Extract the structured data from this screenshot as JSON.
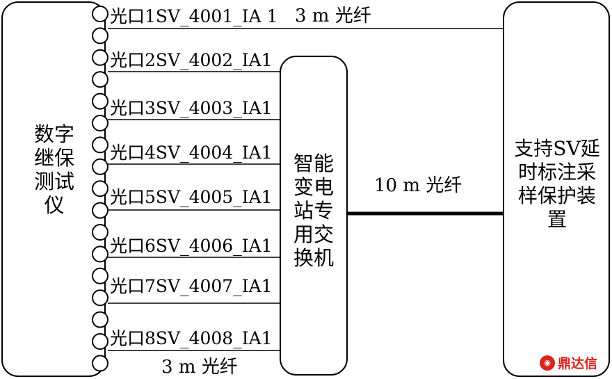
{
  "diagram": {
    "tester_label": "数字\n继保\n测试\n仪",
    "switch_label": "智能\n变电\n站专\n用交\n换机",
    "device_label": "支持SV延\n时标注采\n样保护装\n置",
    "ports": [
      {
        "label": "光口1SV_4001_IA 1"
      },
      {
        "label": "光口2SV_4002_IA1"
      },
      {
        "label": "光口3SV_4003_IA1"
      },
      {
        "label": "光口4SV_4004_IA1"
      },
      {
        "label": "光口5SV_4005_IA1"
      },
      {
        "label": "光口6SV_4006_IA1"
      },
      {
        "label": "光口7SV_4007_IA1"
      },
      {
        "label": "光口8SV_4008_IA1"
      }
    ],
    "fiber_top_label": "3 m 光纤",
    "fiber_mid_label": "10 m 光纤",
    "fiber_bottom_label": "3 m 光纤"
  },
  "watermark": {
    "text": "鼎达信",
    "color": "#d9231d"
  }
}
